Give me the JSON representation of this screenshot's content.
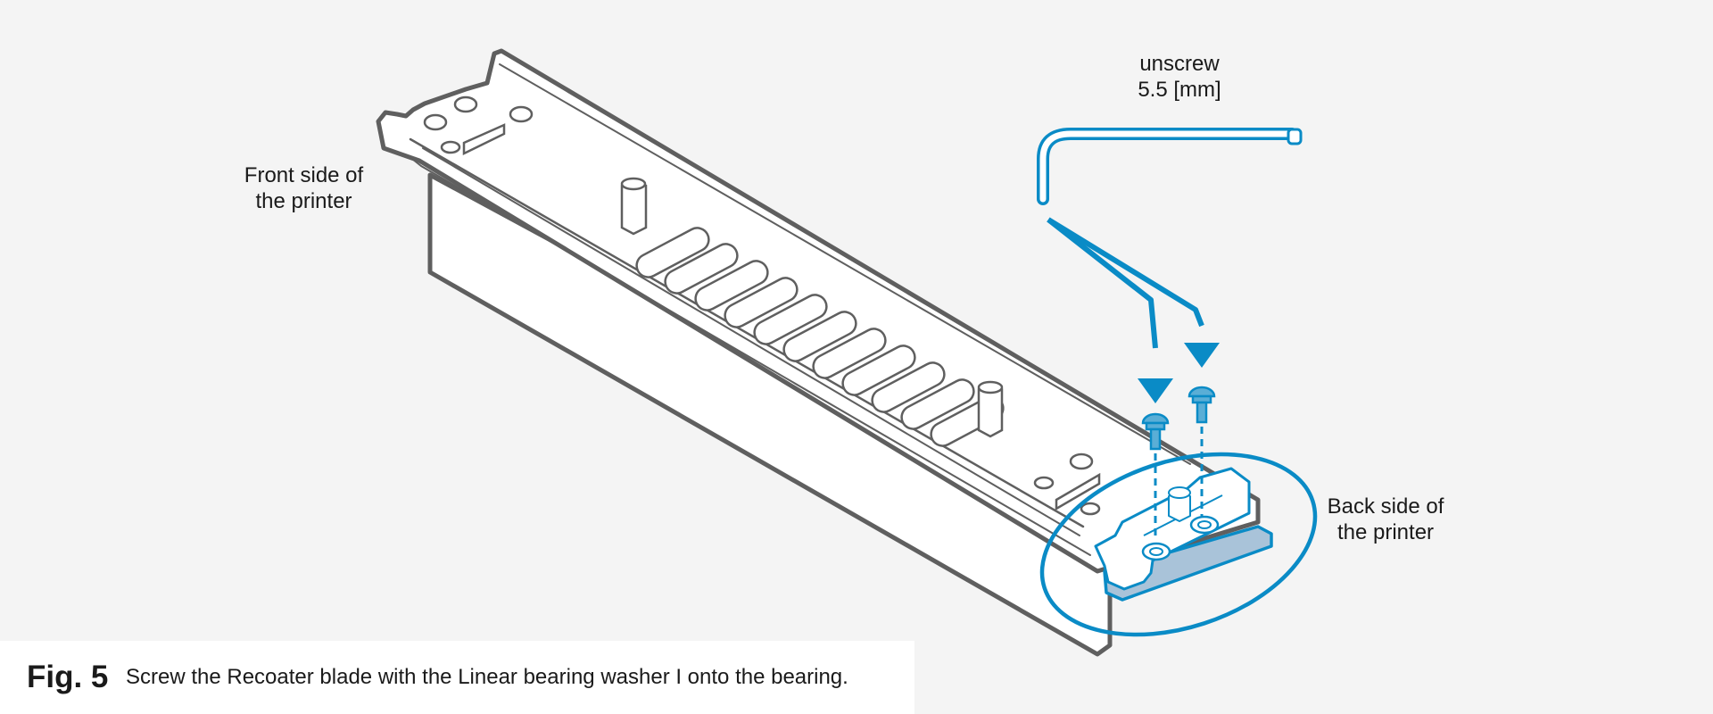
{
  "labels": {
    "front": [
      "Front side of",
      "the printer"
    ],
    "back": [
      "Back side of",
      "the printer"
    ],
    "unscrew": [
      "unscrew",
      "5.5 [mm]"
    ]
  },
  "caption": {
    "figure": "Fig. 5",
    "text": "Screw the Recoater blade with the Linear bearing washer I onto the bearing."
  },
  "colors": {
    "background": "#f4f4f4",
    "outline": "#5f5f5f",
    "part_fill": "#ffffff",
    "highlight": "#0a8bc6",
    "highlight_fill": "#a9c3d9",
    "caption_bg": "#ffffff"
  },
  "icons": {
    "tool": "hex-key-icon",
    "screws": "screw-icon",
    "arrows": "arrow-down-icon"
  }
}
